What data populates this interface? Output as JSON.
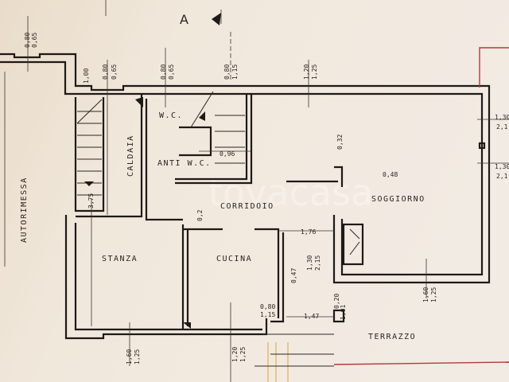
{
  "plan": {
    "section_marker": "A",
    "watermark": "tovacasa",
    "rooms": {
      "autorimessa": "AUTORIMESSA",
      "caldaia": "CALDAIA",
      "wc": "W.C.",
      "anti_wc": "ANTI W.C.",
      "corridoio": "CORRIDOIO",
      "soggiorno": "SOGGIORNO",
      "stanza": "STANZA",
      "cucina": "CUCINA",
      "terrazzo": "TERRAZZO"
    },
    "dimensions": {
      "garage_window_top": "0,80",
      "garage_window_bottom": "0,65",
      "wall_offset": "1,00",
      "stair_window_top": "0,80",
      "stair_window_bottom": "0,65",
      "wc_window_top": "0,80",
      "wc_window_bottom": "0,65",
      "stair2_window_top": "0,80",
      "stair2_window_bottom": "1,15",
      "corridor_window_top": "1,20",
      "corridor_window_bottom": "1,25",
      "corridor_step": "0,32",
      "stair_width": "0,96",
      "living_step": "0,48",
      "right_window1_top": "1,30",
      "right_window1_bottom": "2,1",
      "right_window2_top": "1,30",
      "right_window2_bottom": "2,1",
      "stair_length": "3,75",
      "kitchen_step": "0,2",
      "fireplace_offset": "1,76",
      "fireplace_top": "1,30",
      "fireplace_bottom": "2,15",
      "kitchen_side": "0,47",
      "kitchen_door_top": "0,80",
      "kitchen_door_bottom": "1,15",
      "terrace_offset": "1,47",
      "pillar_top": "0,20",
      "pillar_bottom": "1,01",
      "stanza_window_top": "1,60",
      "stanza_window_bottom": "1,25",
      "cucina_window_top": "1,20",
      "cucina_window_bottom": "1,25",
      "living_window_top": "1,60",
      "living_window_bottom": "1,25"
    }
  }
}
